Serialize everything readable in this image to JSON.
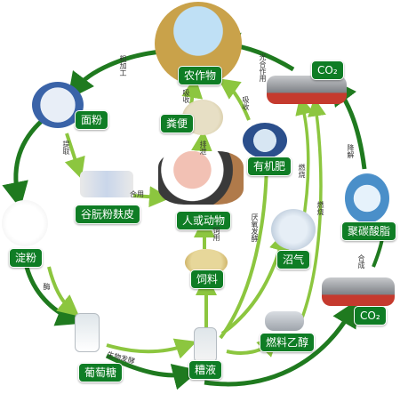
{
  "nodes": {
    "crops": "农作物",
    "flour": "面粉",
    "manure": "粪便",
    "organic_fertilizer": "有机肥",
    "co2_top": "CO₂",
    "gluten_bran": "谷朊粉麸皮",
    "human_animal": "人或动物",
    "starch": "淀粉",
    "biogas": "沼气",
    "polycarbonate": "聚碳酸脂",
    "feed": "饲料",
    "glucose": "葡萄糖",
    "distillers_liquid": "糟液",
    "fuel_ethanol": "燃料乙醇",
    "co2_bottom": "CO₂"
  },
  "edge_labels": {
    "rough_processing": "粗加工",
    "photosynthesis": "光合作用",
    "absorb_left": "吸收",
    "absorb_right": "吸收",
    "excrete": "排泄",
    "extract": "提取",
    "degrade": "降解",
    "combustion_a": "燃烧",
    "combustion_b": "燃烧",
    "combine": "合用",
    "anaerobic": "厌氧发酵",
    "feeding": "饲用",
    "synthesis": "合成",
    "enzyme": "酶",
    "bio_ferment": "生物发酵"
  },
  "colors": {
    "label_bg": "#0f7d25",
    "arrow_dark": "#1f7a1f",
    "arrow_light": "#8cc63f"
  }
}
